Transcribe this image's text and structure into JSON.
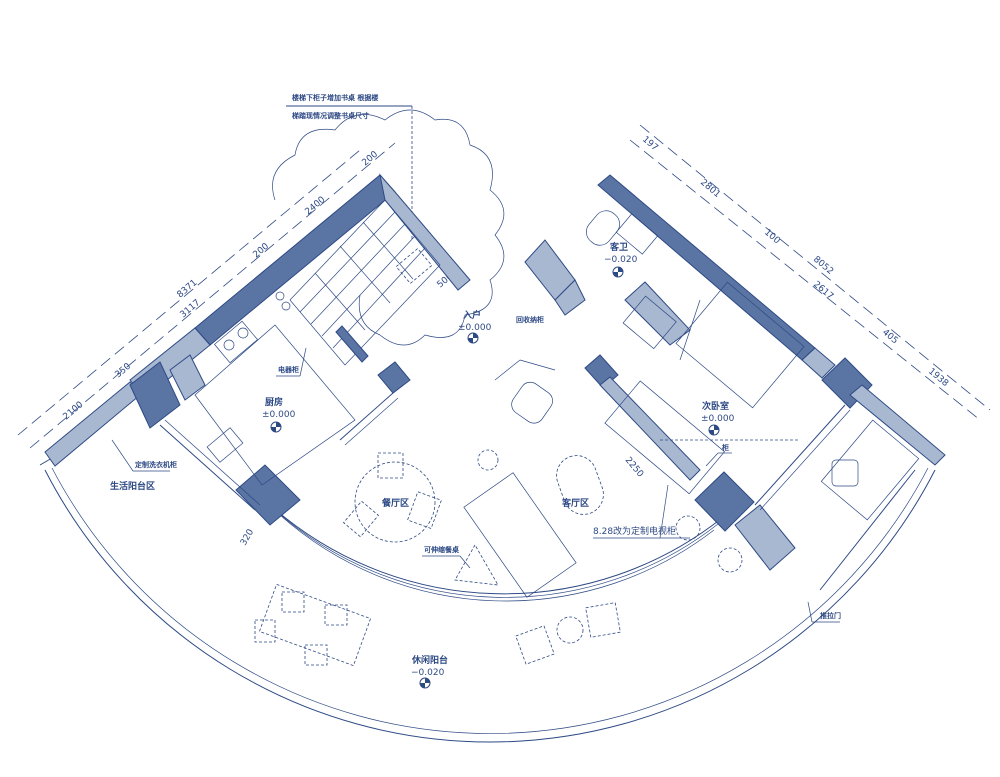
{
  "note": {
    "line1": "楼梯下柜子增加书桌 根据楼",
    "line2": "梯踏现情况调整书桌尺寸"
  },
  "dims_left": {
    "total": "8371",
    "seg1": "3117",
    "seg2": "2400",
    "seg3": "200",
    "seg4": "200",
    "seg5": "350",
    "seg6": "2100",
    "stair": "500",
    "col": "320"
  },
  "dims_right": {
    "seg1": "197",
    "seg2": "2801",
    "seg3": "100",
    "total": "8052",
    "seg4": "2617",
    "seg5": "405",
    "seg6": "1938",
    "tv": "2250"
  },
  "rooms": {
    "entry": {
      "name": "入户",
      "level": "±0.000"
    },
    "kitchen": {
      "name": "厨房",
      "level": "±0.000"
    },
    "guest_bath": {
      "name": "客卫",
      "level": "−0.020"
    },
    "second_bedroom": {
      "name": "次卧室",
      "level": "±0.000"
    },
    "utility_balcony": {
      "name": "生活阳台区"
    },
    "dining": {
      "name": "餐厅区"
    },
    "living": {
      "name": "客厅区"
    },
    "leisure_balcony": {
      "name": "休闲阳台",
      "level": "−0.020"
    }
  },
  "annotations": {
    "tv_cabinet": "8.28改为定制电视柜",
    "appliance": "电器柜",
    "washer": "定制洗衣机柜",
    "storage": "回收纳柜",
    "table": "可伸缩餐桌",
    "wardrobe": "柜",
    "door": "推拉门"
  },
  "colors": {
    "wall_dark": "#5a74a3",
    "wall_light": "#a9b8d1",
    "line": "#2e4a85"
  }
}
